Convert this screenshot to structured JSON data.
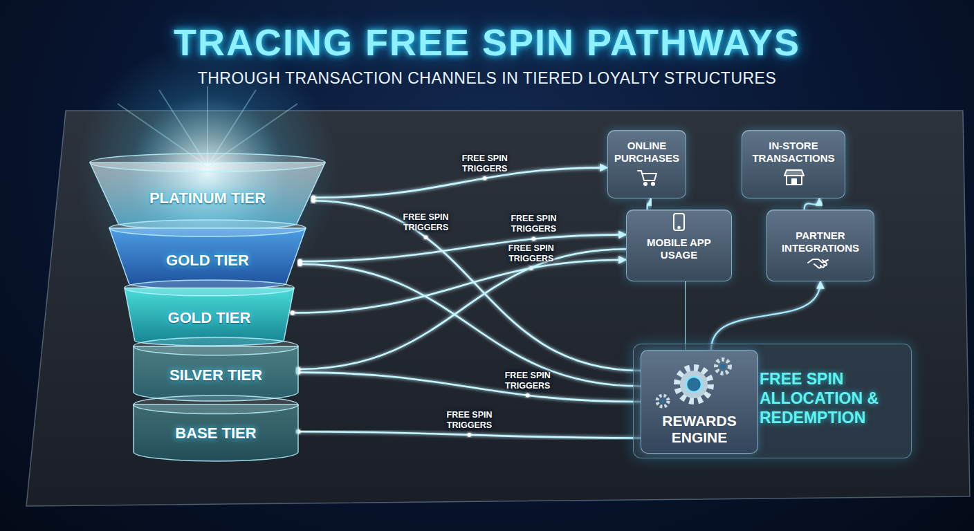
{
  "diagram": {
    "title": "TRACING FREE SPIN PATHWAYS",
    "nodes": [
      {
        "text": [
          "PLATINUM TIER"
        ]
      },
      {
        "text": [
          "GOLD TIER"
        ]
      },
      {
        "text": [
          "GOLD TIER"
        ]
      },
      {
        "text": [
          "SILVER TIER"
        ]
      },
      {
        "text": [
          "BASE TIER"
        ]
      },
      {
        "text": [
          "ONLINE PURCHASES"
        ]
      },
      {
        "text": [
          "IN-STORE TRANSACTIONS"
        ]
      },
      {
        "text": [
          "MOBILE APP USAGE"
        ]
      },
      {
        "text": [
          "PARTNER INTEGRATIONS"
        ]
      },
      {
        "text": [
          "FREE SPIN ALLOCATION & REDEMPTION"
        ]
      },
      {
        "text": [
          "REWARDS ENGINE"
        ],
        "in": 9
      }
    ],
    "edges": [
      {
        "from": 0,
        "to": 5,
        "arrow": "to",
        "label": "FREE SPIN TRIGGERS"
      },
      {
        "from": 0,
        "to": 10,
        "arrow": "none",
        "label": "FREE SPIN TRIGGERS"
      },
      {
        "from": 1,
        "to": 7,
        "arrow": "to",
        "label": "FREE SPIN TRIGGERS"
      },
      {
        "from": 2,
        "to": 7,
        "arrow": "to",
        "label": "FREE SPIN TRIGGERS"
      },
      {
        "from": 3,
        "to": 10,
        "arrow": "none",
        "label": "FREE SPIN TRIGGERS"
      },
      {
        "from": 4,
        "to": 10,
        "arrow": "none",
        "label": "FREE SPIN TRIGGERS"
      },
      {
        "from": 1,
        "to": 10,
        "arrow": "none"
      },
      {
        "from": 3,
        "to": 7,
        "arrow": "none"
      },
      {
        "from": 5,
        "to": 6,
        "arrow": "to"
      },
      {
        "from": 7,
        "to": 8,
        "arrow": "to"
      },
      {
        "from": 7,
        "to": 5,
        "arrow": "to"
      },
      {
        "from": 8,
        "to": 6,
        "arrow": "to"
      },
      {
        "from": 10,
        "to": 7,
        "arrow": "to"
      },
      {
        "from": 10,
        "to": 8,
        "arrow": "to"
      }
    ],
    "labels": [
      "THROUGH TRANSACTION CHANNELS IN TIERED LOYALTY STRUCTURES"
    ]
  }
}
